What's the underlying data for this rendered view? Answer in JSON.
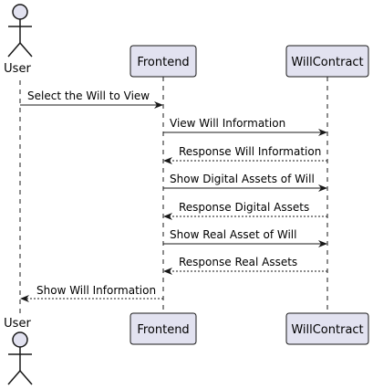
{
  "diagram": {
    "type": "sequence",
    "colors": {
      "participant_fill": "#e2e2f0",
      "participant_border": "#181818",
      "lifeline": "#181818",
      "arrow": "#181818",
      "text": "#000000",
      "background": "#ffffff"
    },
    "participants": [
      {
        "id": "user",
        "kind": "actor",
        "label": "User"
      },
      {
        "id": "frontend",
        "kind": "participant",
        "label": "Frontend"
      },
      {
        "id": "willcontract",
        "kind": "participant",
        "label": "WillContract"
      }
    ],
    "messages": [
      {
        "from": "user",
        "to": "frontend",
        "label": "Select the Will to View",
        "style": "solid"
      },
      {
        "from": "frontend",
        "to": "willcontract",
        "label": "View Will Information",
        "style": "solid"
      },
      {
        "from": "willcontract",
        "to": "frontend",
        "label": "Response Will Information",
        "style": "dashed"
      },
      {
        "from": "frontend",
        "to": "willcontract",
        "label": "Show Digital Assets of Will",
        "style": "solid"
      },
      {
        "from": "willcontract",
        "to": "frontend",
        "label": "Response Digital Assets",
        "style": "dashed"
      },
      {
        "from": "frontend",
        "to": "willcontract",
        "label": "Show Real Asset of Will",
        "style": "solid"
      },
      {
        "from": "willcontract",
        "to": "frontend",
        "label": "Response Real Assets",
        "style": "dashed"
      },
      {
        "from": "frontend",
        "to": "user",
        "label": "Show Will Information",
        "style": "dashed"
      }
    ]
  }
}
